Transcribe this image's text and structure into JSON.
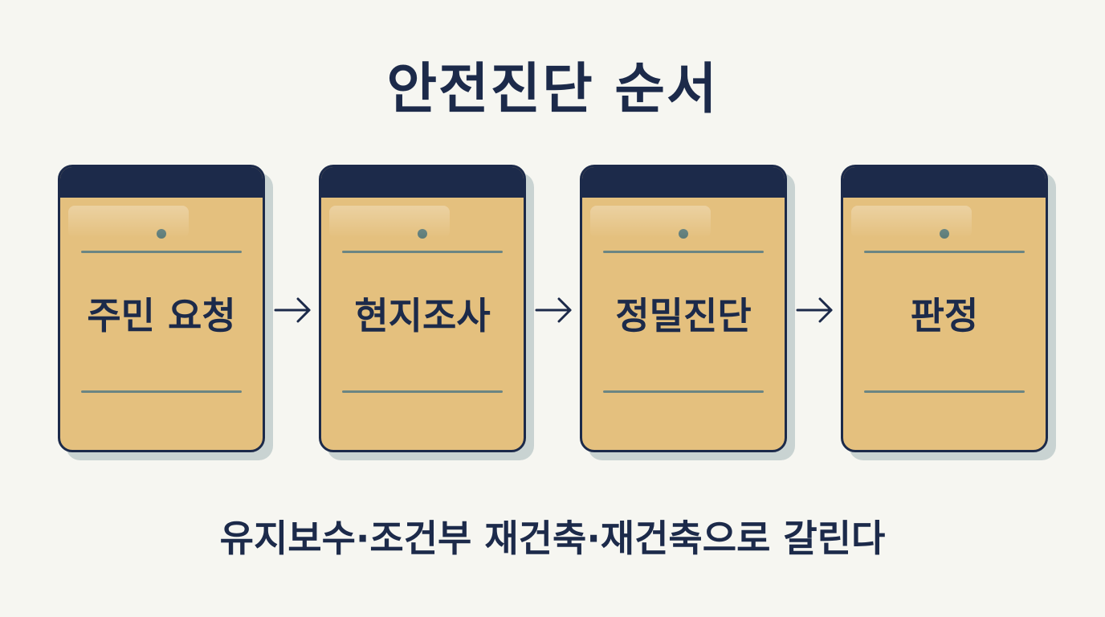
{
  "title": "안전진단 순서",
  "steps": [
    {
      "label": "주민 요청"
    },
    {
      "label": "현지조사"
    },
    {
      "label": "정밀진단"
    },
    {
      "label": "판정"
    }
  ],
  "footer": "유지보수·조건부 재건축·재건축으로 갈린다",
  "colors": {
    "background": "#f6f6f1",
    "navy": "#1c2a4a",
    "card_fill": "#e4c07e",
    "accent_line": "#6b8583",
    "shadow": "#c9d3d2"
  },
  "icons": [
    "arrow-right-icon"
  ]
}
